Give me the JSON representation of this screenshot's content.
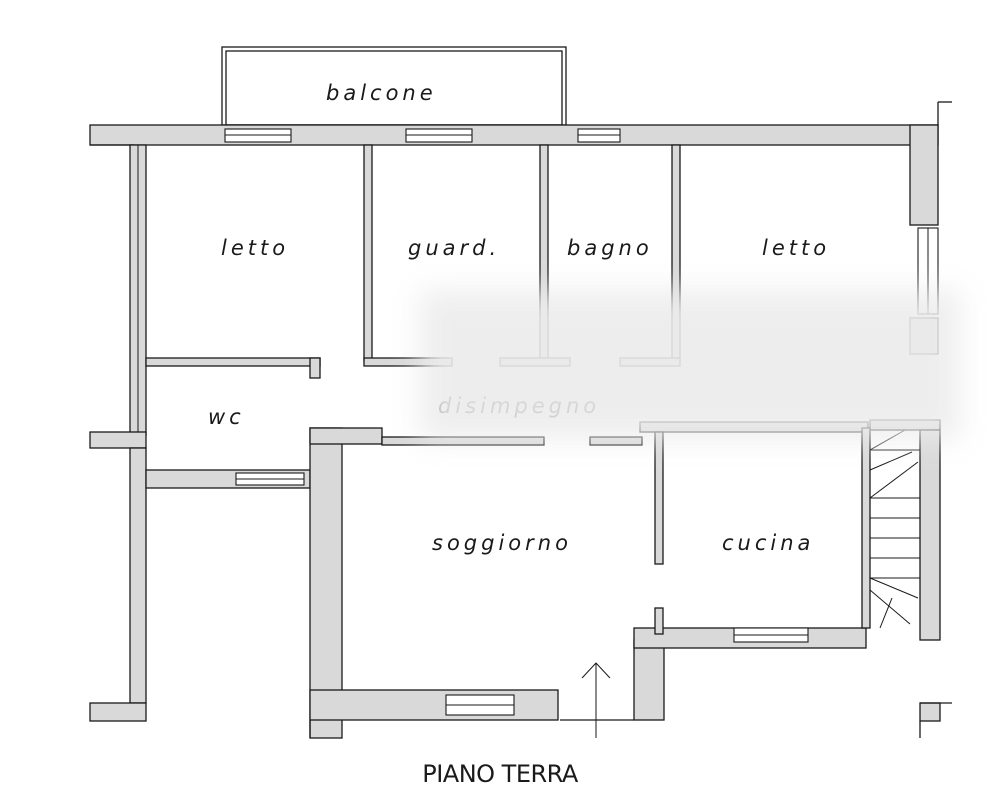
{
  "floor_title": "PIANO TERRA",
  "rooms": {
    "balcone": "balcone",
    "letto_left": "letto",
    "guardaroba": "guard.",
    "bagno": "bagno",
    "letto_right": "letto",
    "wc": "wc",
    "disimpegno": "disimpegno",
    "soggiorno": "soggiorno",
    "cucina": "cucina"
  },
  "colors": {
    "wall_fill": "#d9d9d9",
    "line": "#1a1a1a",
    "background": "#ffffff"
  }
}
